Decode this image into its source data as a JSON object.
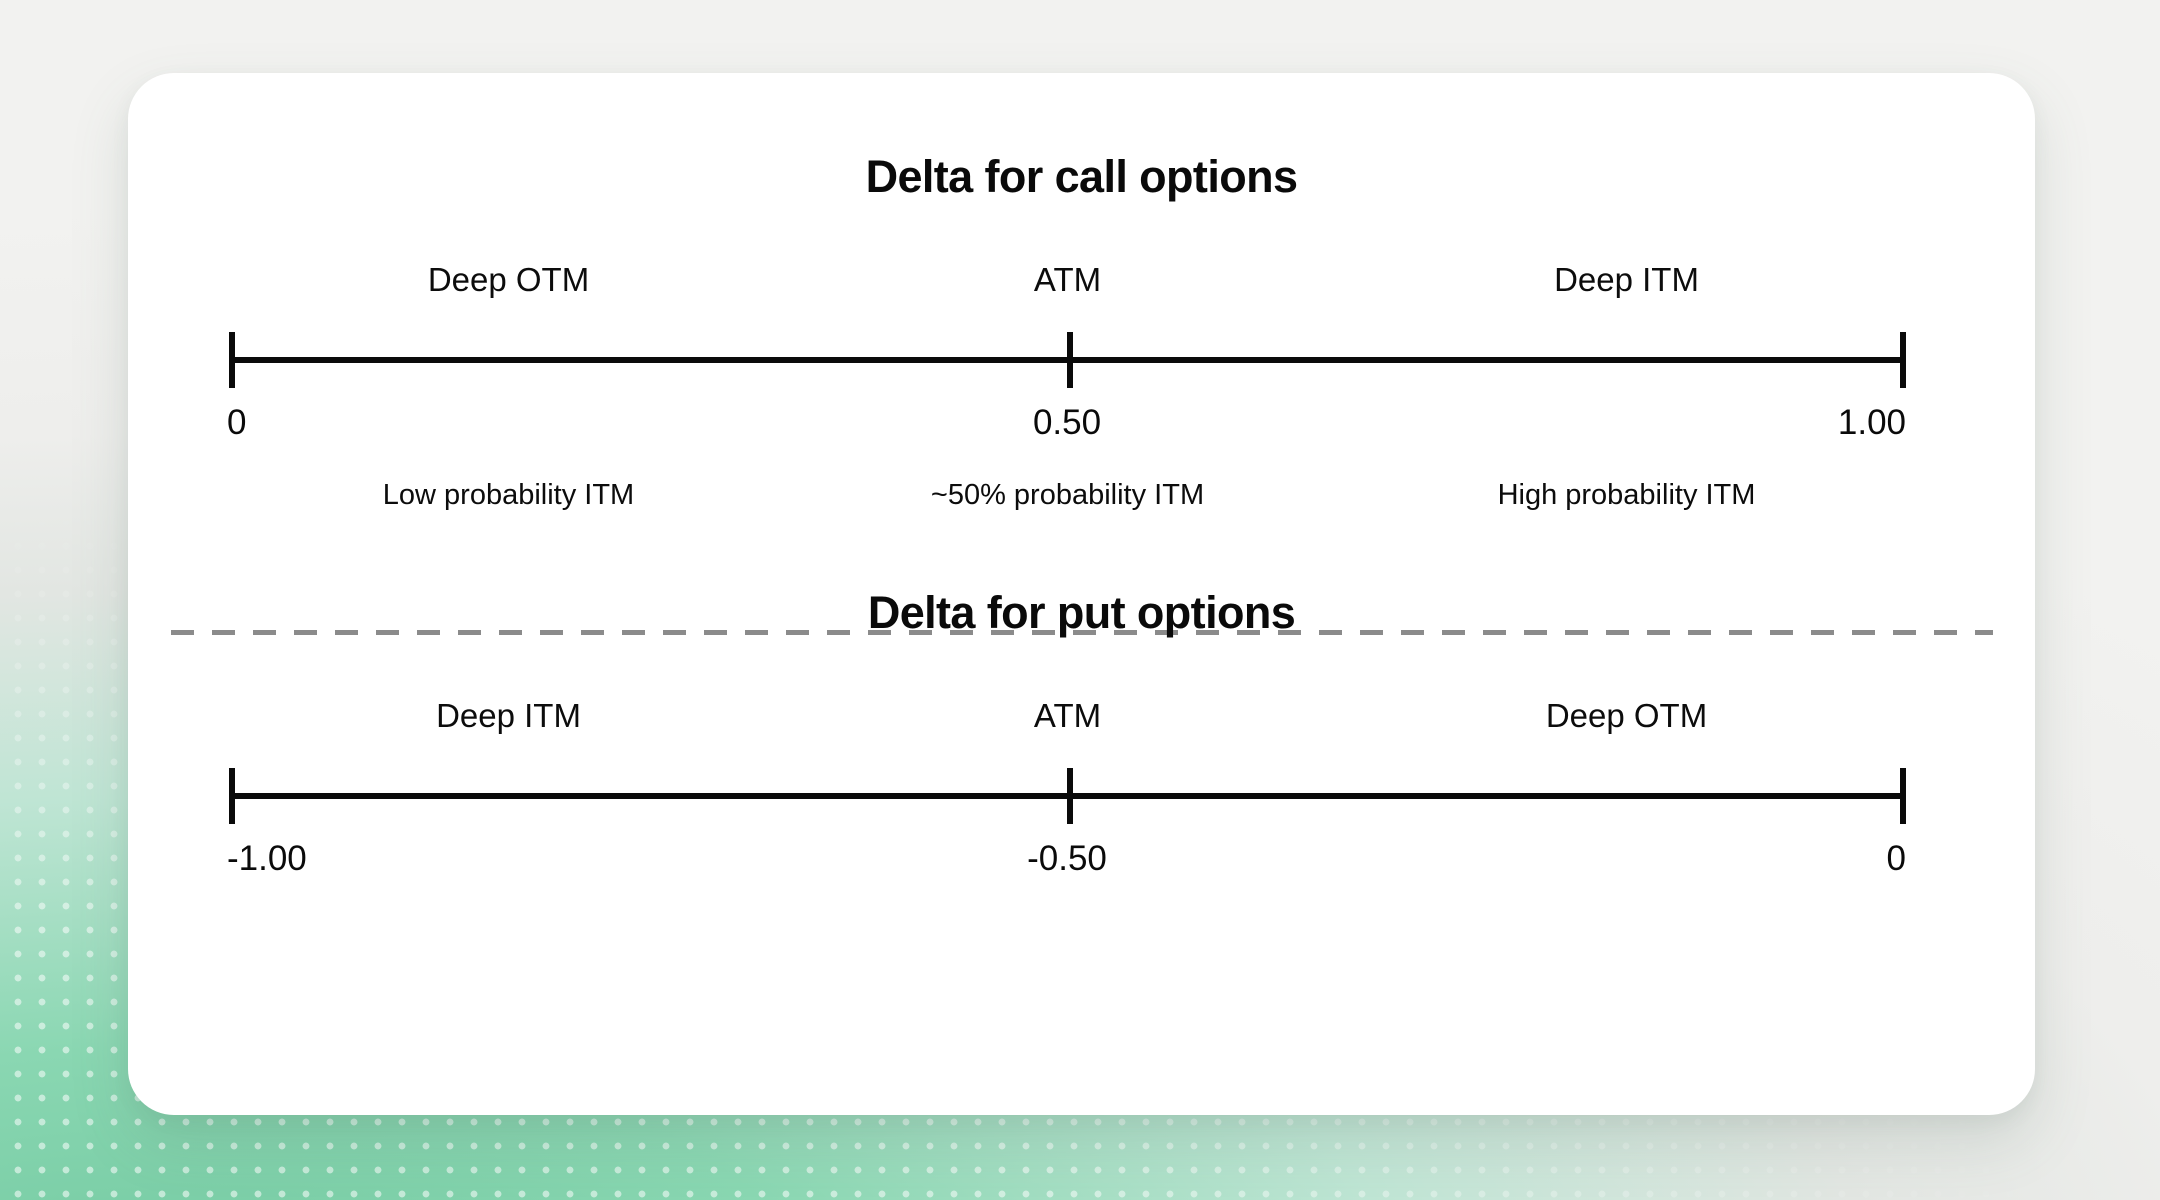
{
  "background": {
    "top_color": "#f2f2f0",
    "bottom_color": "#7fd0a8",
    "pattern": "dot-grid"
  },
  "card": {
    "background_color": "#ffffff",
    "corner_radius": "46px"
  },
  "divider": {
    "style": "dashed",
    "color": "#8b8b8b"
  },
  "sections": [
    {
      "id": "call-options",
      "title": "Delta for call options",
      "bands": [
        "Deep OTM",
        "ATM",
        "Deep ITM"
      ],
      "tick_labels": [
        "0",
        "0.50",
        "1.00"
      ],
      "descriptions": [
        "Low probability ITM",
        "~50% probability ITM",
        "High probability ITM"
      ]
    },
    {
      "id": "put-options",
      "title": "Delta for put options",
      "bands": [
        "Deep ITM",
        "ATM",
        "Deep OTM"
      ],
      "tick_labels": [
        "-1.00",
        "-0.50",
        "0"
      ],
      "descriptions": []
    }
  ],
  "chart_data": {
    "type": "table",
    "title": "Option delta ranges",
    "charts": [
      {
        "title": "Delta for call options",
        "axis_min": 0,
        "axis_mid": 0.5,
        "axis_max": 1.0,
        "tick_labels": [
          "0",
          "0.50",
          "1.00"
        ],
        "regions": [
          {
            "label": "Deep OTM",
            "range": [
              0,
              0.5
            ],
            "note": "Low probability ITM"
          },
          {
            "label": "ATM",
            "value": 0.5,
            "note": "~50% probability ITM"
          },
          {
            "label": "Deep ITM",
            "range": [
              0.5,
              1.0
            ],
            "note": "High probability ITM"
          }
        ]
      },
      {
        "title": "Delta for put options",
        "axis_min": -1.0,
        "axis_mid": -0.5,
        "axis_max": 0,
        "tick_labels": [
          "-1.00",
          "-0.50",
          "0"
        ],
        "regions": [
          {
            "label": "Deep ITM",
            "range": [
              -1.0,
              -0.5
            ],
            "note": ""
          },
          {
            "label": "ATM",
            "value": -0.5,
            "note": ""
          },
          {
            "label": "Deep OTM",
            "range": [
              -0.5,
              0
            ],
            "note": ""
          }
        ]
      }
    ]
  }
}
